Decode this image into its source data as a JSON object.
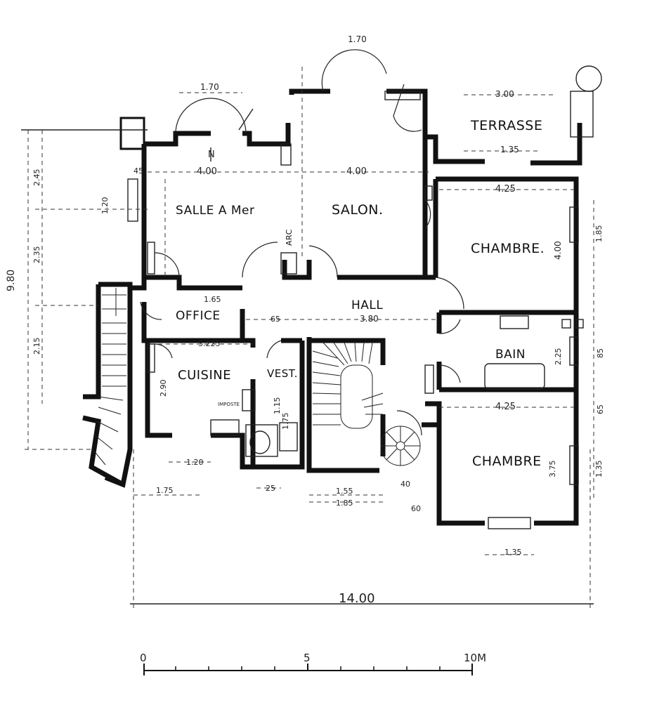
{
  "rooms": {
    "terrasse": "TERRASSE",
    "salle": "SALLE A Mer",
    "salon": "SALON.",
    "chambre1": "CHAMBRE.",
    "office": "OFFICE",
    "hall": "HALL",
    "bain": "BAIN",
    "cuisine": "CUISINE",
    "vest": "VEST.",
    "chambre2": "CHAMBRE",
    "arc": "ARC"
  },
  "dimensions": {
    "d_170_top": "1.70",
    "d_170_bay": "1.70",
    "d_300": "3.00",
    "d_135_terr": "1.35",
    "d_400_salle": "4.00",
    "d_400_salon": "4.00",
    "d_425_ch1": "4.25",
    "d_425_ch2": "4.25",
    "d_400_ch1v": "4.00",
    "d_45": "45",
    "d_120_left": "1.20",
    "d_165": "1.65",
    "d_65": "65",
    "d_380_hall": "3.80",
    "d_3225": "3.225",
    "d_290": "2.90",
    "d_115": "1.15",
    "d_175_vest": "1.75",
    "d_225_bain": "2.25",
    "d_375": "3.75",
    "d_135_ch2": "1.35",
    "d_155": "1.55",
    "d_185": "1.85",
    "d_175_bottom": "1.75",
    "d_120_bottom": "1.20",
    "d_25": "25",
    "d_40": "40",
    "d_60": "60",
    "d_135_bottom": "1.35",
    "d_1400": "14.00",
    "d_930": "9.80",
    "d_245": "2.45",
    "d_235": "2.35",
    "d_215": "2.15",
    "d_185_right": "1.85",
    "d_85": "85",
    "d_65_right": "65"
  },
  "annotations": {
    "imposte": "IMPOSTE",
    "north": "N"
  },
  "scale_bar": {
    "label_0": "0",
    "label_5": "5",
    "label_10": "10M"
  }
}
